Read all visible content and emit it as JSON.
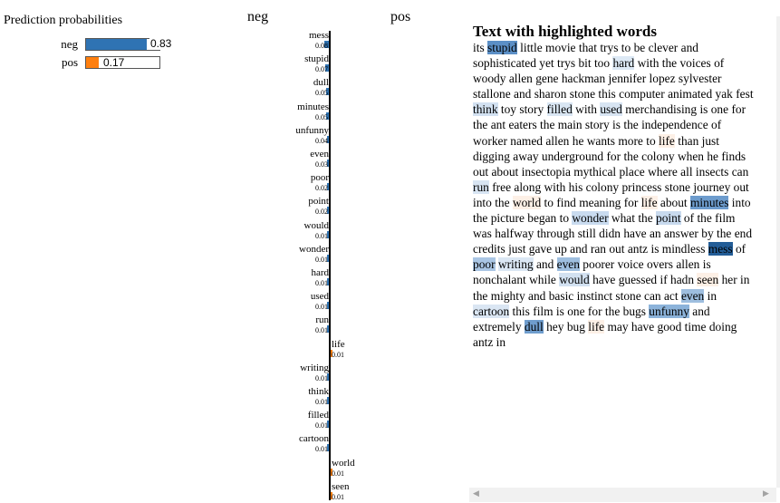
{
  "prediction": {
    "title": "Prediction probabilities",
    "classes": [
      {
        "label": "neg",
        "value": 0.83,
        "value_text": "0.83",
        "color": "#2f73b3"
      },
      {
        "label": "pos",
        "value": 0.17,
        "value_text": "0.17",
        "color": "#ff7f0e"
      }
    ]
  },
  "features": {
    "neg_header": "neg",
    "pos_header": "pos",
    "neg_color": "#2f73b3",
    "pos_color": "#ff7f0e",
    "items": [
      {
        "word": "mess",
        "weight_text": "0.08",
        "weight": 0.08,
        "side": "neg"
      },
      {
        "word": "stupid",
        "weight_text": "0.07",
        "weight": 0.07,
        "side": "neg"
      },
      {
        "word": "dull",
        "weight_text": "0.05",
        "weight": 0.05,
        "side": "neg"
      },
      {
        "word": "minutes",
        "weight_text": "0.05",
        "weight": 0.05,
        "side": "neg"
      },
      {
        "word": "unfunny",
        "weight_text": "0.04",
        "weight": 0.04,
        "side": "neg"
      },
      {
        "word": "even",
        "weight_text": "0.03",
        "weight": 0.03,
        "side": "neg"
      },
      {
        "word": "poor",
        "weight_text": "0.02",
        "weight": 0.02,
        "side": "neg"
      },
      {
        "word": "point",
        "weight_text": "0.02",
        "weight": 0.02,
        "side": "neg"
      },
      {
        "word": "would",
        "weight_text": "0.01",
        "weight": 0.01,
        "side": "neg"
      },
      {
        "word": "wonder",
        "weight_text": "0.01",
        "weight": 0.01,
        "side": "neg"
      },
      {
        "word": "hard",
        "weight_text": "0.01",
        "weight": 0.01,
        "side": "neg"
      },
      {
        "word": "used",
        "weight_text": "0.01",
        "weight": 0.01,
        "side": "neg"
      },
      {
        "word": "run",
        "weight_text": "0.01",
        "weight": 0.01,
        "side": "neg"
      },
      {
        "word": "life",
        "weight_text": "0.01",
        "weight": 0.01,
        "side": "pos"
      },
      {
        "word": "writing",
        "weight_text": "0.01",
        "weight": 0.01,
        "side": "neg"
      },
      {
        "word": "think",
        "weight_text": "0.01",
        "weight": 0.01,
        "side": "neg"
      },
      {
        "word": "filled",
        "weight_text": "0.01",
        "weight": 0.01,
        "side": "neg"
      },
      {
        "word": "cartoon",
        "weight_text": "0.01",
        "weight": 0.01,
        "side": "neg"
      },
      {
        "word": "world",
        "weight_text": "0.01",
        "weight": 0.01,
        "side": "pos"
      },
      {
        "word": "seen",
        "weight_text": "0.01",
        "weight": 0.01,
        "side": "pos"
      }
    ]
  },
  "text": {
    "title": "Text with highlighted words",
    "highlights": {
      "stupid": "#5b8fc6",
      "hard": "#dde9f5",
      "think": "#d2e1f1",
      "filled": "#d9e6f3",
      "used": "#d8e5f3",
      "life": "#fdf0e6",
      "run": "#d8e5f3",
      "world": "#fdf0e6",
      "minutes": "#6d9ccd",
      "wonder": "#c9dbef",
      "point": "#c8daee",
      "mess": "#235d97",
      "poor": "#aac6e4",
      "writing": "#dbe7f4",
      "even": "#9ebedf",
      "would": "#d2e1f1",
      "seen": "#fdf0e6",
      "unfunny": "#8cb3da",
      "cartoon": "#dae6f3",
      "dull": "#6f9dcd"
    },
    "lines": [
      "its stupid little movie that trys to be clever and",
      "sophisticated yet trys bit too hard with the voices of",
      "woody allen gene hackman jennifer lopez sylvester",
      "stallone and sharon stone this computer animated yak fest",
      "think toy story filled with used merchandising is one for",
      "the ant eaters the main story is the independence of",
      "worker named allen he wants more to life than just",
      "digging away underground for the colony when he finds",
      "out about insectopia mythical place where all insects can",
      "run free along with his colony princess stone journey out",
      "into the world to find meaning for life about minutes into",
      "the picture began to wonder what the point of the film",
      "was halfway through still didn have an answer by the end",
      "credits just gave up and ran out antz is mindless mess of",
      "poor writing and even poorer voice overs allen is",
      "nonchalant while would have guessed if hadn seen her in",
      "the mighty and basic instinct stone can act even in",
      "cartoon this film is one for the bugs unfunny and",
      "extremely dull hey bug life may have good time doing",
      "antz in"
    ]
  },
  "ui": {
    "scroll_left_icon": "arrow-left-icon",
    "scroll_right_icon": "arrow-right-icon",
    "scroll_left_glyph": "◀",
    "scroll_right_glyph": "▶"
  }
}
